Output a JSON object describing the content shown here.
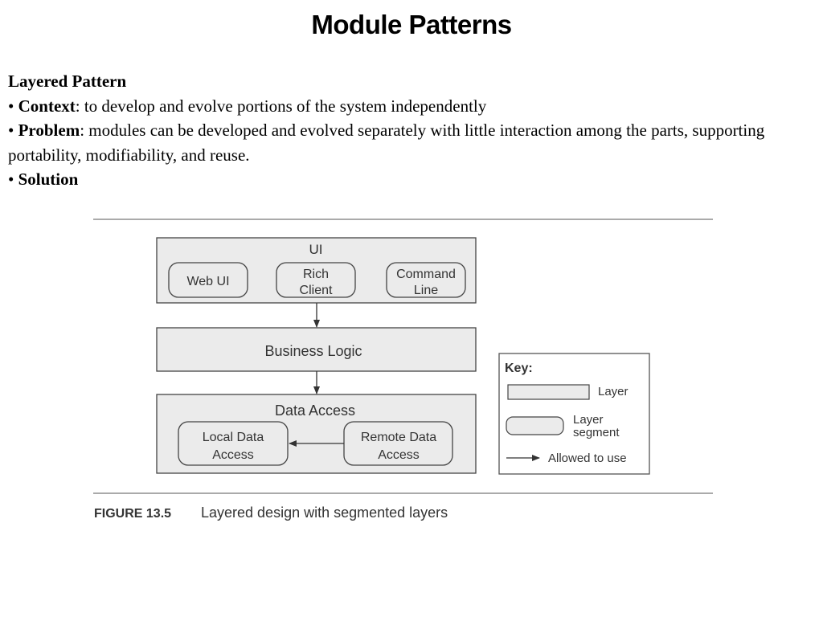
{
  "title": "Module Patterns",
  "body": {
    "heading": "Layered Pattern",
    "bullet": "• ",
    "context_label": "Context",
    "context_text": ": to develop and evolve portions of the system independently",
    "problem_label": "Problem",
    "problem_text": ": modules can be developed and evolved separately with little interaction among the parts, supporting portability, modifiability, and reuse.",
    "solution_label": "Solution"
  },
  "diagram": {
    "layers": {
      "ui": "UI",
      "business": "Business Logic",
      "data": "Data Access"
    },
    "segments": {
      "web_ui": "Web UI",
      "rich_client": [
        "Rich",
        "Client"
      ],
      "command_line": [
        "Command",
        "Line"
      ],
      "local_data": [
        "Local Data",
        "Access"
      ],
      "remote_data": [
        "Remote Data",
        "Access"
      ]
    },
    "key": {
      "title": "Key:",
      "layer": "Layer",
      "segment": [
        "Layer",
        "segment"
      ],
      "allowed": "Allowed to use"
    },
    "caption": {
      "label": "FIGURE 13.5",
      "text": "Layered design with segmented layers"
    },
    "colors": {
      "box_fill": "#ebebeb",
      "stroke": "#444444"
    }
  }
}
